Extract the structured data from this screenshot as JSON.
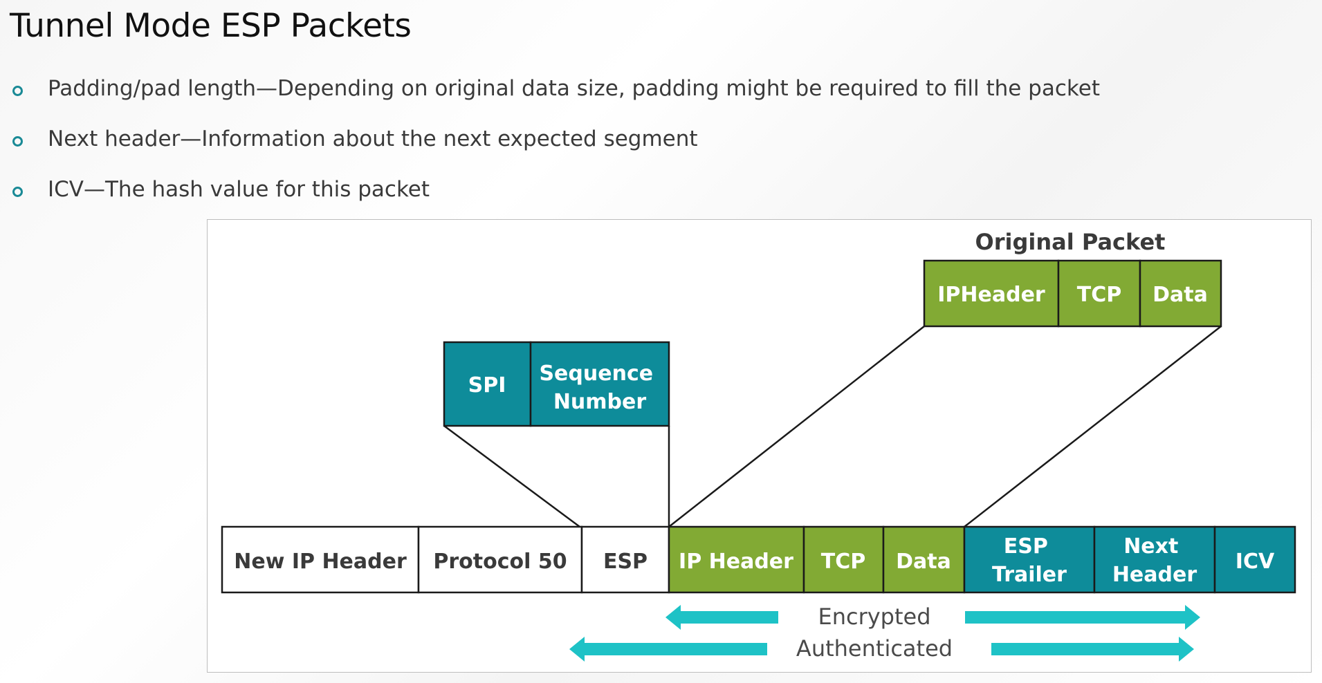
{
  "slide": {
    "title": "Tunnel Mode ESP Packets",
    "bullets": [
      "Padding/pad length—Depending on original data size, padding might be required to fill the packet",
      "Next header—Information about the next expected segment",
      "ICV—The hash value for this packet"
    ]
  },
  "diagram": {
    "original_packet_label": "Original Packet",
    "original_packet": [
      "IPHeader",
      "TCP",
      "Data"
    ],
    "esp_header": [
      "SPI",
      "Sequence Number"
    ],
    "main_packet": [
      "New IP Header",
      "Protocol 50",
      "ESP",
      "IP Header",
      "TCP",
      "Data",
      "ESP Trailer",
      "Next Header",
      "ICV"
    ],
    "encrypted_label": "Encrypted",
    "authenticated_label": "Authenticated",
    "colors": {
      "green": "#82aa34",
      "teal": "#0e8c9a",
      "arrow": "#1ec2c6",
      "outline": "#1a1a1a"
    }
  }
}
